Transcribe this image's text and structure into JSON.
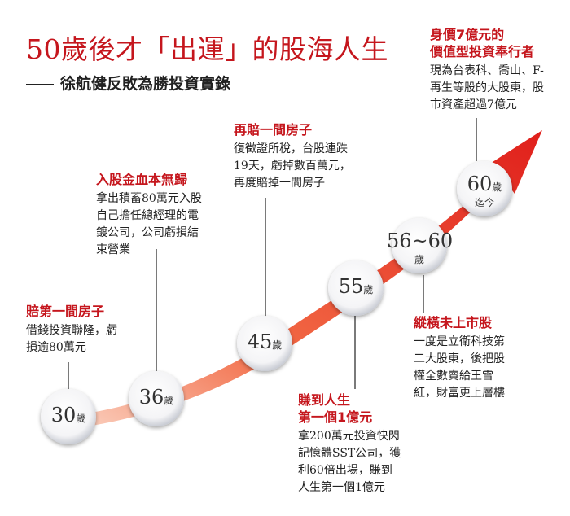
{
  "header": {
    "title": "50歲後才「出運」的股海人生",
    "subtitle": "徐航健反敗為勝投資實錄"
  },
  "colors": {
    "accent": "#c5161d",
    "arrow_start": "#f6a27e",
    "arrow_end": "#e01f1b"
  },
  "milestones": [
    {
      "age": "30",
      "suffix": "歲",
      "sub": ""
    },
    {
      "age": "36",
      "suffix": "歲",
      "sub": ""
    },
    {
      "age": "45",
      "suffix": "歲",
      "sub": ""
    },
    {
      "age": "55",
      "suffix": "歲",
      "sub": ""
    },
    {
      "age": "56~60",
      "suffix": "",
      "sub": "歲"
    },
    {
      "age": "60",
      "suffix": "歲",
      "sub": "迄今"
    }
  ],
  "events": [
    {
      "head": [
        "賠第一間房子"
      ],
      "body": [
        "借錢投資聯隆，虧",
        "損逾80萬元"
      ]
    },
    {
      "head": [
        "入股金血本無歸"
      ],
      "body": [
        "拿出積蓄80萬元入股",
        "自己擔任總經理的電",
        "鍍公司，公司虧損結",
        "束營業"
      ]
    },
    {
      "head": [
        "再賠一間房子"
      ],
      "body": [
        "復徵證所稅，台股連跌",
        "19天，虧掉數百萬元，",
        "再度賠掉一間房子"
      ]
    },
    {
      "head": [
        "賺到人生",
        "第一個1億元"
      ],
      "body": [
        "拿200萬元投資快閃",
        "記憶體SST公司，獲",
        "利60倍出場，賺到",
        "人生第一個1億元"
      ]
    },
    {
      "head": [
        "縱橫未上市股"
      ],
      "body": [
        "一度是立衛科技第",
        "二大股東，後把股",
        "權全數賣給王雪",
        "紅，財富更上層樓"
      ]
    },
    {
      "head": [
        "身價7億元的",
        "價值型投資奉行者"
      ],
      "body": [
        "現為台表科、喬山、F-",
        "再生等股的大股東，股",
        "市資產超過7億元"
      ]
    }
  ]
}
